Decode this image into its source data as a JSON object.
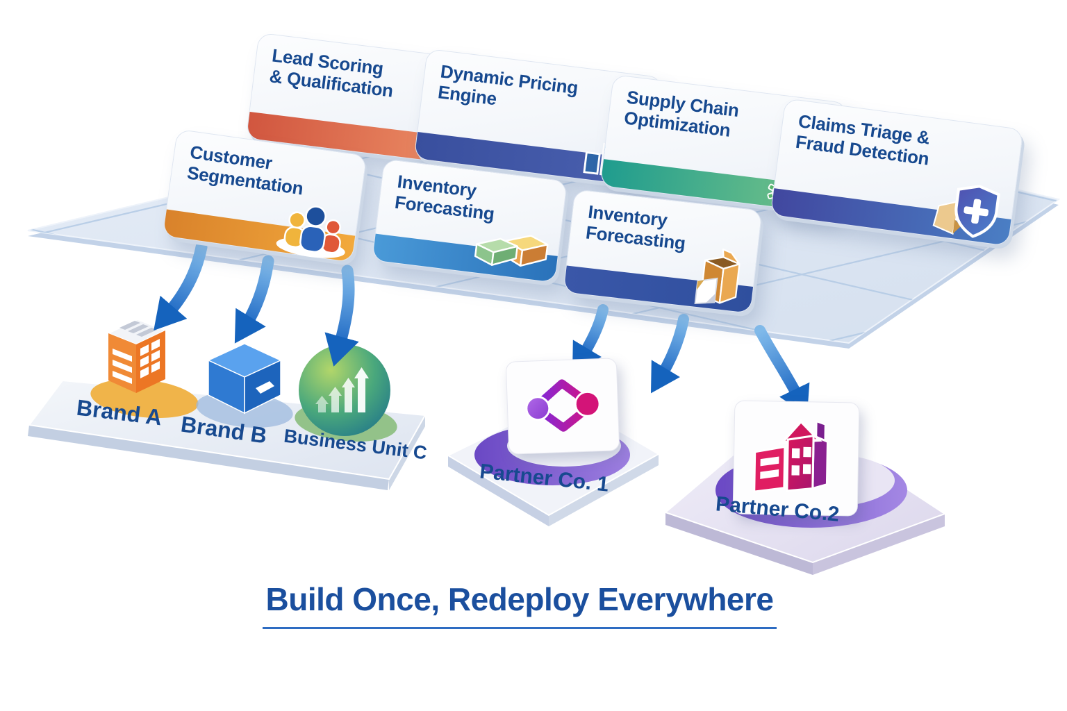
{
  "title": {
    "text": "Build Once, Redeploy Everywhere",
    "color": "#1b4f9e",
    "underline_color": "#2e6cc2"
  },
  "platform_cards": [
    {
      "label": "Lead Scoring\n& Qualification",
      "icon": "search-icon",
      "accent_from": "#d1563f",
      "accent_to": "#ee9168"
    },
    {
      "label": "Dynamic Pricing\nEngine",
      "icon": "bar-chart-icon",
      "accent_from": "#394f9e",
      "accent_to": "#4b61b0"
    },
    {
      "label": "Supply Chain\nOptimization",
      "icon": "gears-icon",
      "accent_from": "#1f9c8e",
      "accent_to": "#7cc688"
    },
    {
      "label": "Claims Triage &\nFraud Detection",
      "icon": "shield-cross-icon",
      "accent_from": "#41479f",
      "accent_to": "#4a7ec4"
    },
    {
      "label": "Customer\nSegmentation",
      "icon": "people-icon",
      "accent_from": "#d9822b",
      "accent_to": "#f2a93c"
    },
    {
      "label": "Inventory\nForecasting",
      "icon": "stacked-boxes-icon",
      "accent_from": "#4a9ad8",
      "accent_to": "#2a72ba"
    },
    {
      "label": "Inventory\nForecasting",
      "icon": "open-box-icon",
      "accent_from": "#3a57a8",
      "accent_to": "#2f4f9e"
    }
  ],
  "destinations": [
    {
      "label": "Brand A",
      "icon": "building-icon"
    },
    {
      "label": "Brand B",
      "icon": "cube-icon"
    },
    {
      "label": "Business Unit C",
      "icon": "growth-sphere-icon"
    },
    {
      "label": "Partner Co. 1",
      "icon": "network-nodes-icon"
    },
    {
      "label": "Partner Co.2",
      "icon": "storefront-icon"
    }
  ],
  "scene": {
    "grid_platform_color": "#dde6f3",
    "grid_line_color": "#b2c9e4",
    "arrow_color_from": "#82bcec",
    "arrow_color_to": "#1b66c2",
    "text_color": "#17498f"
  }
}
